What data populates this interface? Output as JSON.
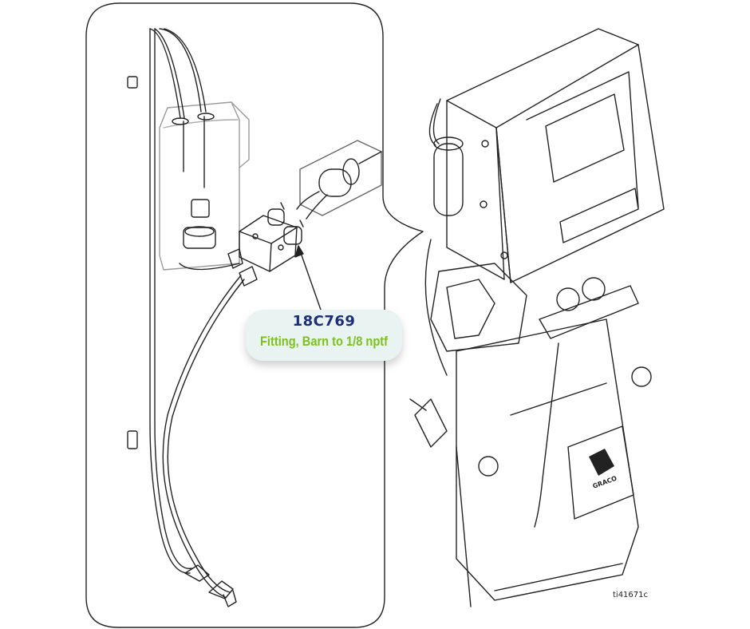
{
  "callout": {
    "part_number": "18C769",
    "description": "Fitting, Barn to 1/8 nptf"
  },
  "figure_ref": "ti41671c",
  "brand_mark": "GRACO",
  "colors": {
    "part_number": "#1c2f78",
    "description": "#7cc11e",
    "callout_bg": "#e9f4f2",
    "line": "#222222"
  }
}
